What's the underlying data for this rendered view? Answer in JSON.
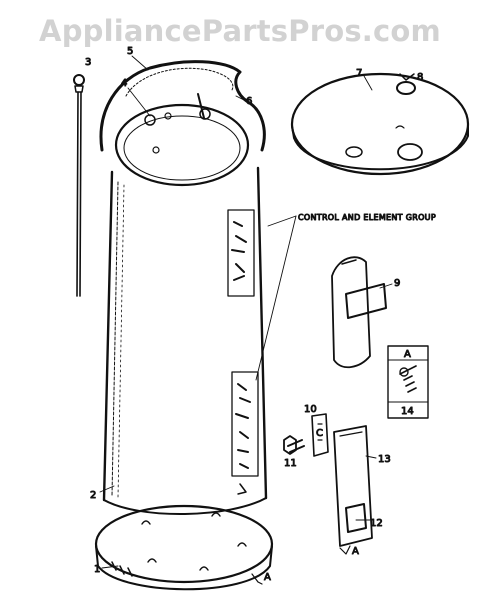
{
  "watermark": "AppliancePartsPros.com",
  "diagram": {
    "group_label": "CONTROL AND ELEMENT GROUP",
    "callouts": {
      "c1": "1",
      "c2": "2",
      "c3": "3",
      "c4": "4",
      "c5": "5",
      "c6": "6",
      "c7": "7",
      "c8": "8",
      "c9": "9",
      "c10": "10",
      "c11": "11",
      "c12": "12",
      "c13": "13",
      "c14": "14"
    },
    "ref_letter": "A",
    "screw_box_letter": "A",
    "base_letter": "A",
    "cover_letter": "A",
    "box10_letter": "C"
  }
}
